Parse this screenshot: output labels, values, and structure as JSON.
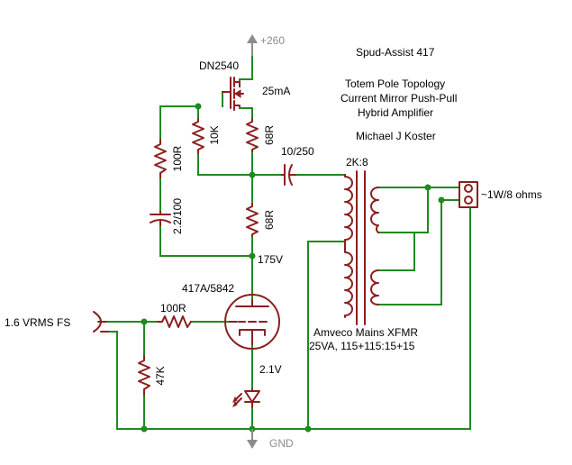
{
  "title": {
    "name": "Spud-Assist 417",
    "line1": "Totem Pole Topology",
    "line2": "Current Mirror Push-Pull",
    "line3": "Hybrid Amplifier",
    "author": "Michael J Koster"
  },
  "rails": {
    "supply": "+260",
    "ground": "GND"
  },
  "mosfet": {
    "part": "DN2540",
    "current": "25mA"
  },
  "resistors": {
    "r_gate": "10K",
    "r_source_top": "68R",
    "r_source_bottom": "68R",
    "r_feedback": "100R",
    "r_grid_stopper": "100R",
    "r_grid_leak": "47K"
  },
  "capacitors": {
    "c_output": "10/250",
    "c_feedback": "2.2/100"
  },
  "tube": {
    "part": "417A/5842",
    "plate_voltage": "175V",
    "cathode_voltage": "2.1V"
  },
  "input": {
    "label": "1.6 VRMS FS"
  },
  "transformer": {
    "ratio": "2K:8",
    "desc1": "Amveco Mains XFMR",
    "desc2": "25VA, 115+115:15+15"
  },
  "output": {
    "label": "~1W/8 ohms"
  },
  "colors": {
    "wire": "#1f8a1f",
    "component": "#8b1f1f",
    "supply_symbol": "#8c8c8c",
    "text": "#000000"
  }
}
